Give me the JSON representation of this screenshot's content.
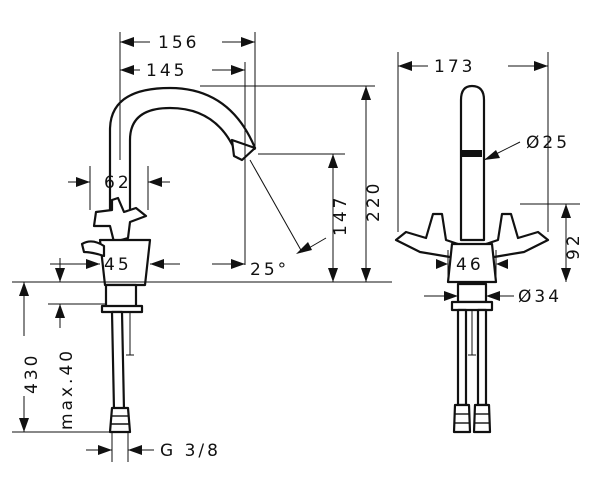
{
  "dimensions": {
    "spout_reach_outer": "156",
    "spout_reach_inner": "145",
    "handle_spacing": "62",
    "base_diameter": "45",
    "spout_angle": "25°",
    "spout_outlet_height": "147",
    "total_height": "220",
    "shank_length": "430",
    "max_deck_thickness": "max.40",
    "connection_thread": "G 3/8",
    "total_width": "173",
    "spout_diameter": "Ø25",
    "handle_height": "92",
    "body_diameter": "46",
    "shank_diameter": "Ø34"
  }
}
